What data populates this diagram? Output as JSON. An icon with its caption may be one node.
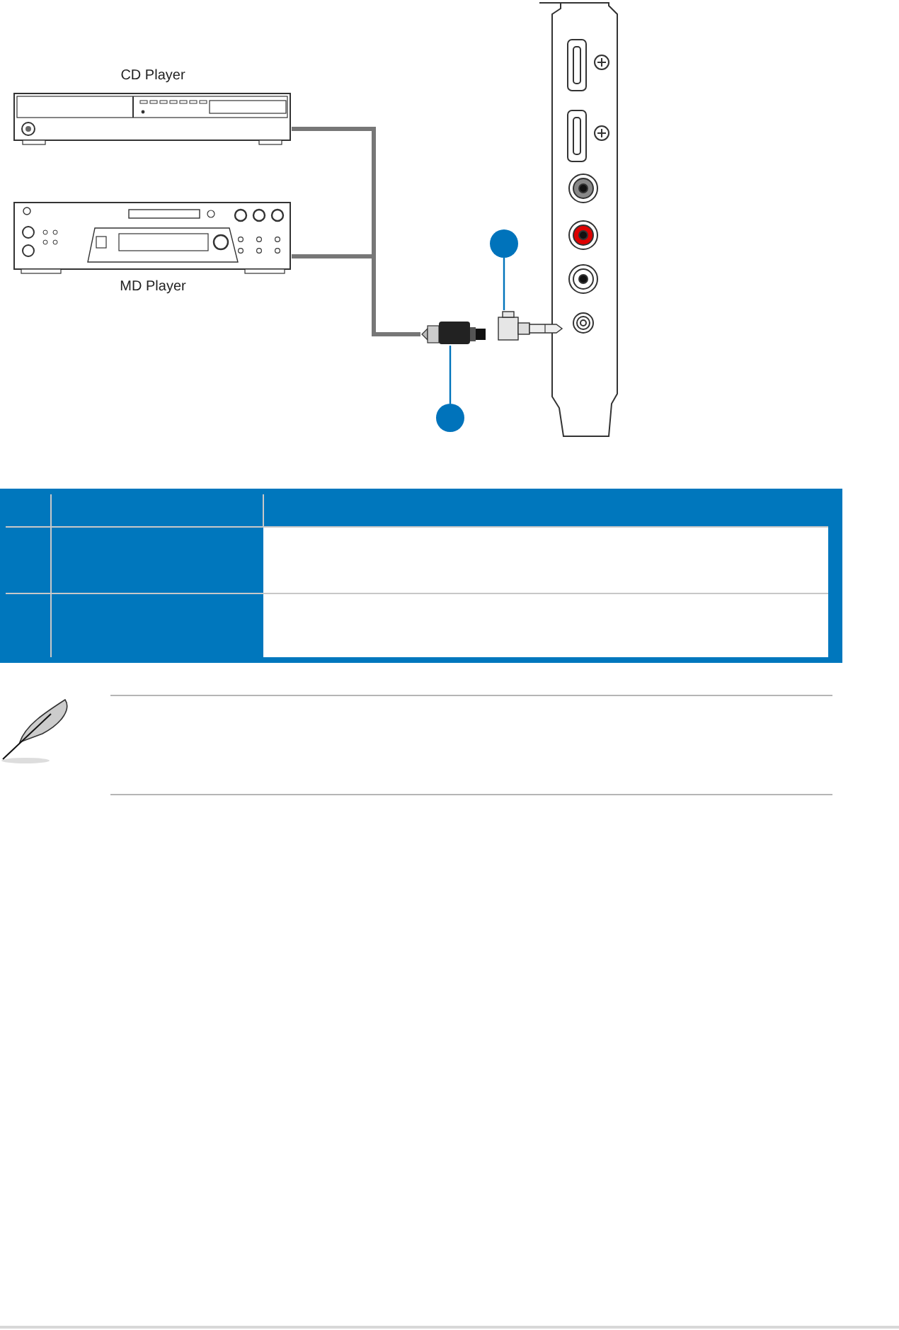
{
  "diagram": {
    "nodes": [
      {
        "text": [
          "CD Player"
        ]
      },
      {
        "text": [
          "MD Player"
        ]
      },
      {
        "text": [],
        "shape": "picture"
      },
      {
        "text": [],
        "shape": "picture"
      },
      {
        "text": [],
        "shape": "circle"
      },
      {
        "text": [],
        "shape": "circle"
      }
    ],
    "edges": [
      {
        "from": 0,
        "to": 2,
        "arrow": "none",
        "style": "thick"
      },
      {
        "from": 1,
        "to": 2,
        "arrow": "none",
        "style": "thick"
      },
      {
        "from": 4,
        "to": 3,
        "arrow": "none",
        "color": "#0073bb"
      },
      {
        "from": 5,
        "to": 2,
        "arrow": "none",
        "color": "#0073bb"
      }
    ]
  }
}
